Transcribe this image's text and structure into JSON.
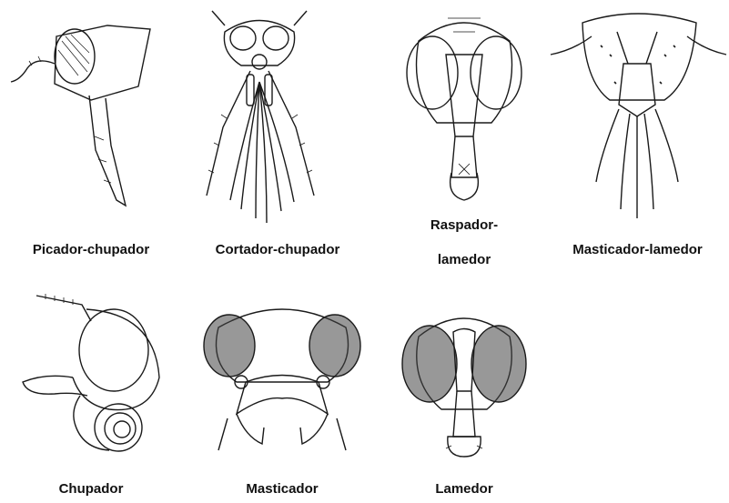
{
  "figure": {
    "items": [
      {
        "label": "Picador-chupador",
        "icon": "piercing-sucking-head-icon"
      },
      {
        "label": "Cortador-chupador",
        "icon": "cutting-sucking-head-icon"
      },
      {
        "label_lines": [
          "Raspador-",
          "lamedor"
        ],
        "icon": "rasping-lapping-head-icon"
      },
      {
        "label": "Masticador-lamedor",
        "icon": "chewing-lapping-head-icon"
      },
      {
        "label": "Chupador",
        "icon": "siphoning-head-icon"
      },
      {
        "label": "Masticador",
        "icon": "chewing-head-icon"
      },
      {
        "label": "Lamedor",
        "icon": "sponging-head-icon"
      }
    ]
  },
  "colors": {
    "ink": "#1a1a1a",
    "eye_shade": "#444444",
    "background": "#ffffff"
  }
}
